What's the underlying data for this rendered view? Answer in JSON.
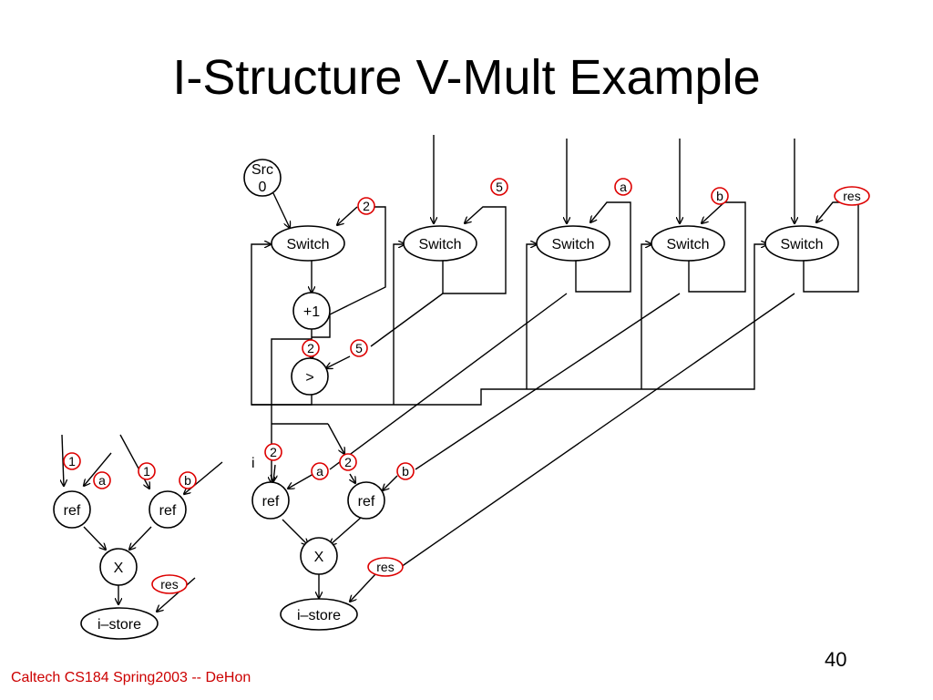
{
  "slide": {
    "title": "I-Structure V-Mult Example",
    "footer": "Caltech CS184 Spring2003 -- DeHon",
    "page_number": "40"
  },
  "colors": {
    "token_ring": "#dd0000",
    "footer_text": "#cc0000",
    "ink": "#000000"
  },
  "main_graph": {
    "src_node": {
      "line1": "Src",
      "line2": "0"
    },
    "switches": [
      "Switch",
      "Switch",
      "Switch",
      "Switch",
      "Switch"
    ],
    "switch_tokens": [
      "2",
      "5",
      "a",
      "b",
      "res"
    ],
    "increment_node": "+1",
    "compare_node": ">",
    "compare_tokens": [
      "2",
      "5"
    ],
    "index_label": "i",
    "ref_tokens": [
      "2",
      "a",
      "2",
      "b"
    ],
    "ref_nodes": [
      "ref",
      "ref"
    ],
    "multiply_node": "X",
    "store_token": "res",
    "store_node": "i–store"
  },
  "small_graph": {
    "ref_tokens": [
      "1",
      "a",
      "1",
      "b"
    ],
    "ref_nodes": [
      "ref",
      "ref"
    ],
    "multiply_node": "X",
    "store_token": "res",
    "store_node": "i–store"
  }
}
